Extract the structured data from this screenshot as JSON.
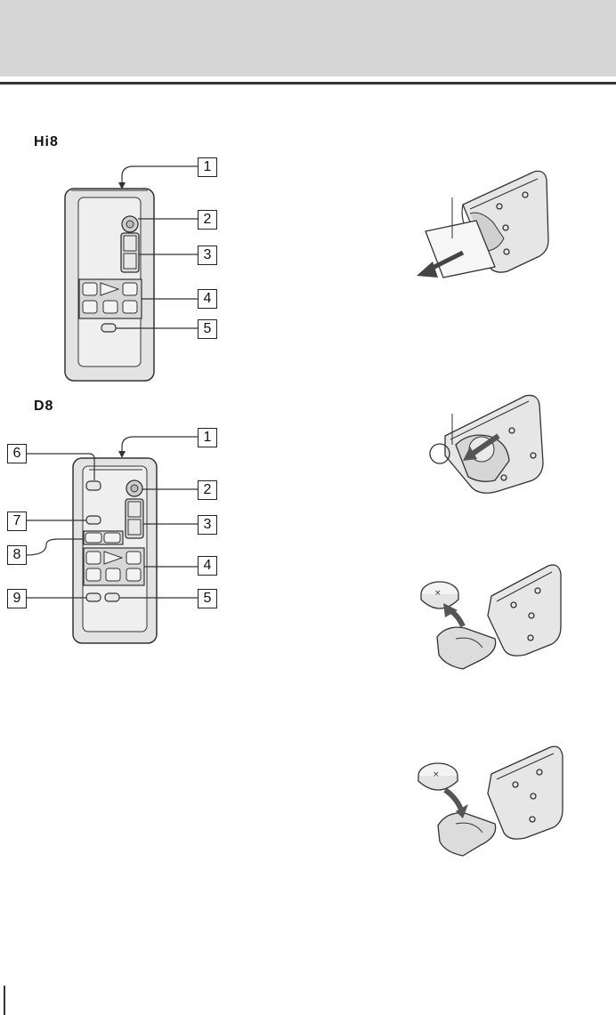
{
  "models": {
    "first": "Hi8",
    "second": "D8"
  },
  "callouts": [
    "1",
    "2",
    "3",
    "4",
    "5",
    "6",
    "7",
    "8",
    "9"
  ]
}
